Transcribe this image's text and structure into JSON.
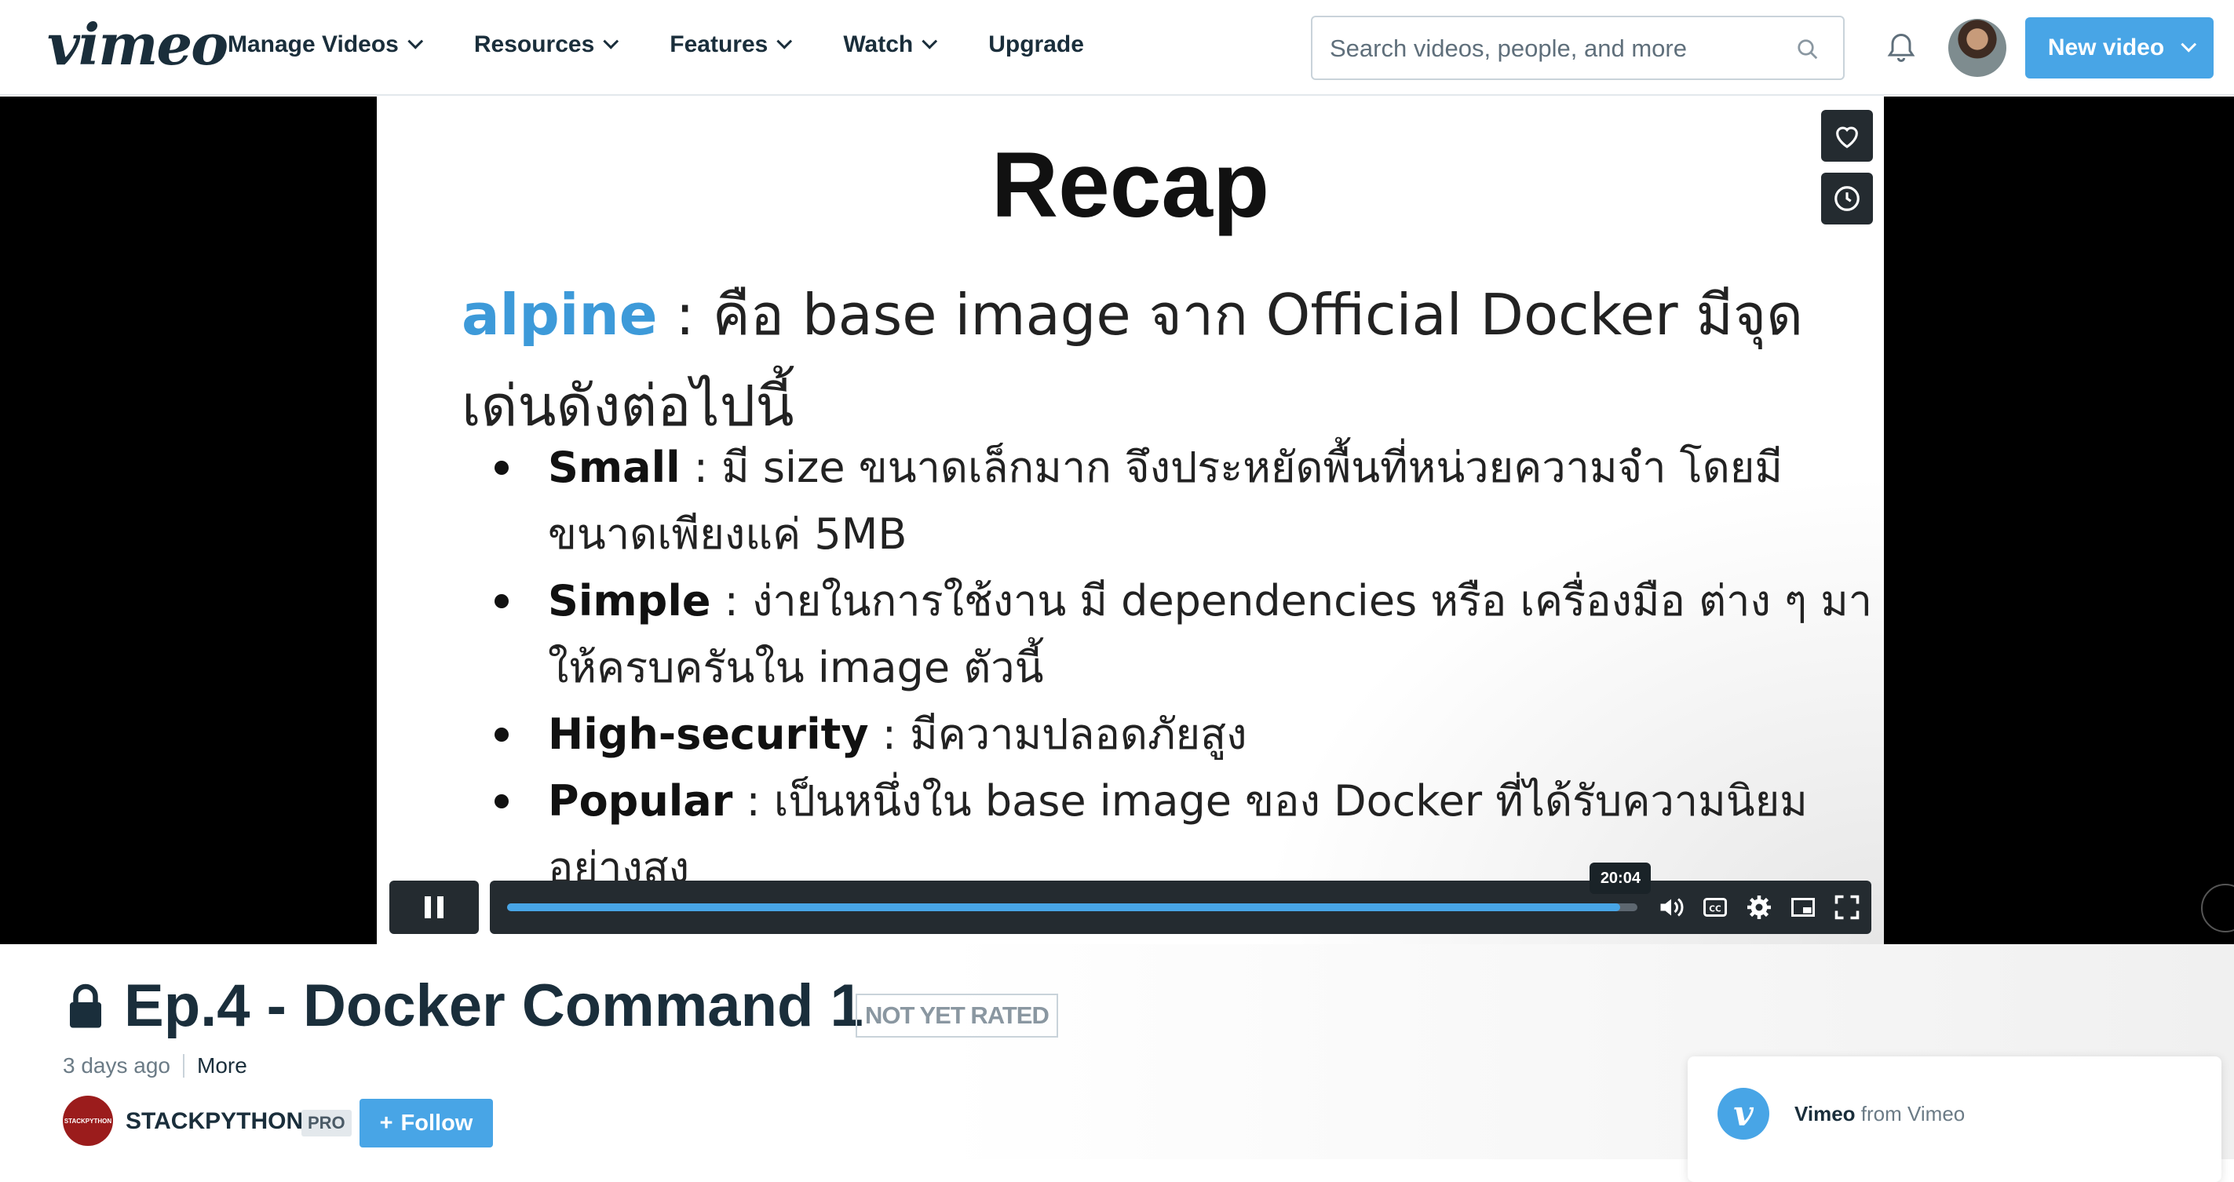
{
  "header": {
    "logo": "vimeo",
    "nav": [
      {
        "label": "Manage Videos",
        "dropdown": true
      },
      {
        "label": "Resources",
        "dropdown": true
      },
      {
        "label": "Features",
        "dropdown": true
      },
      {
        "label": "Watch",
        "dropdown": true
      },
      {
        "label": "Upgrade",
        "dropdown": false
      }
    ],
    "search_placeholder": "Search videos, people, and more",
    "new_video_label": "New video"
  },
  "slide": {
    "title": "Recap",
    "intro_keyword": "alpine",
    "intro_text": " :  คือ base image จาก Official Docker มีจุดเด่นดังต่อไปนี้",
    "bullets": [
      {
        "term": "Small",
        "text": " : มี size ขนาดเล็กมาก จึงประหยัดพื้นที่หน่วยความจำ โดยมีขนาดเพียงแค่  5MB"
      },
      {
        "term": "Simple",
        "text": " : ง่ายในการใช้งาน มี dependencies หรือ เครื่องมือ ต่าง ๆ มาให้ครบครันใน image ตัวนี้"
      },
      {
        "term": "High-security",
        "text": " : มีความปลอดภัยสูง"
      },
      {
        "term": "Popular",
        "text": " : เป็นหนึ่งใน base image ของ Docker ที่ได้รับความนิยมอย่างสูง"
      }
    ]
  },
  "player": {
    "progress_fraction": 0.985,
    "hover_time": "20:04"
  },
  "video": {
    "title": "Ep.4 - Docker Command 1",
    "rating": "NOT YET RATED",
    "posted": "3 days ago",
    "more_label": "More",
    "owner": "STACKPYTHON",
    "owner_avatar_text": "STACKPYTHON",
    "pro_badge": "PRO",
    "follow_label": "Follow"
  },
  "card": {
    "name": "Vimeo",
    "from": "from Vimeo"
  },
  "colors": {
    "accent": "#48a5e6",
    "text_dark": "#1a2e3b",
    "player_control": "#242b30",
    "keyword_blue": "#3d9ad9"
  }
}
